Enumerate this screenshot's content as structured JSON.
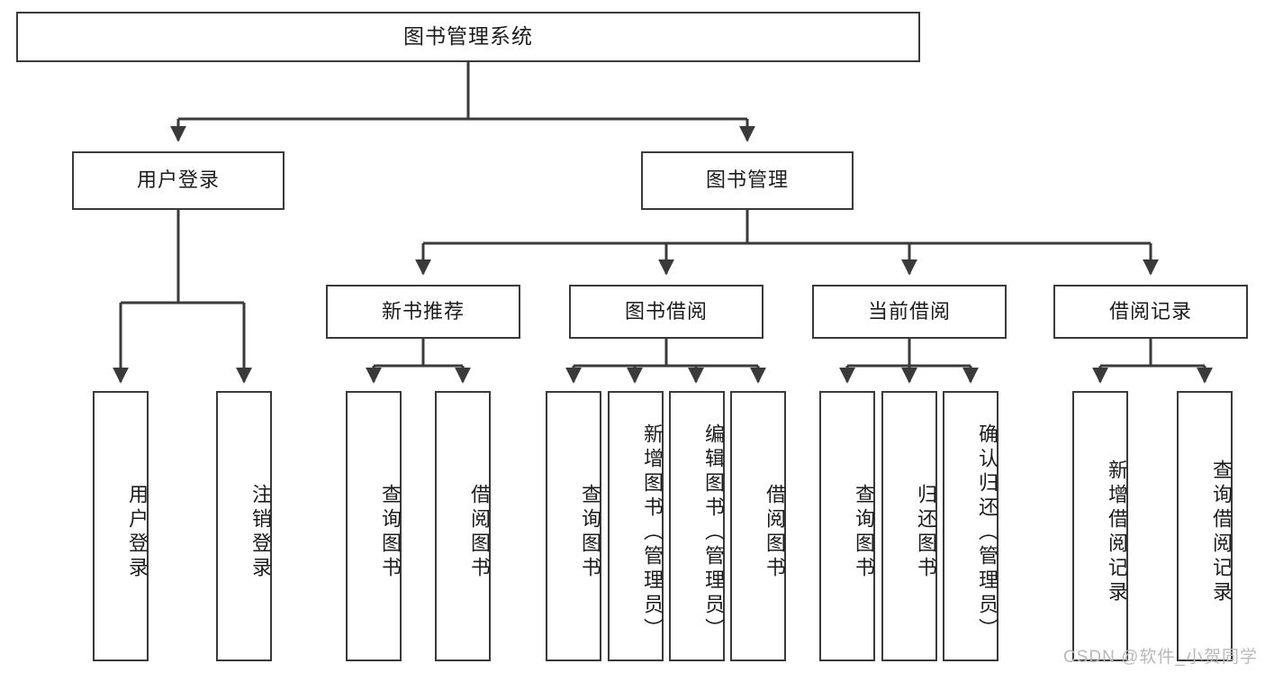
{
  "diagram": {
    "title": "图书管理系统",
    "type": "tree-hierarchy",
    "root": {
      "label": "图书管理系统"
    },
    "level2": [
      {
        "label": "用户登录"
      },
      {
        "label": "图书管理"
      }
    ],
    "level3": [
      {
        "label": "新书推荐"
      },
      {
        "label": "图书借阅"
      },
      {
        "label": "当前借阅"
      },
      {
        "label": "借阅记录"
      }
    ],
    "leaves_user_login": [
      {
        "label": "用户登录"
      },
      {
        "label": "注销登录"
      }
    ],
    "leaves_new_book": [
      {
        "label": "查询图书"
      },
      {
        "label": "借阅图书"
      }
    ],
    "leaves_borrow": [
      {
        "label": "查询图书"
      },
      {
        "label": "新增图书（管理员）"
      },
      {
        "label": "编辑图书（管理员）"
      },
      {
        "label": "借阅图书"
      }
    ],
    "leaves_current": [
      {
        "label": "查询图书"
      },
      {
        "label": "归还图书"
      },
      {
        "label": "确认归还（管理员）"
      }
    ],
    "leaves_records": [
      {
        "label": "新增借阅记录"
      },
      {
        "label": "查询借阅记录"
      }
    ]
  },
  "colors": {
    "box_border": "#3a3a3a",
    "line": "#3a3a3a",
    "text": "#1c1c1c",
    "background": "#ffffff",
    "watermark": "#b9b9b9"
  },
  "watermark": {
    "text": "CSDN @软件_小贺同学"
  }
}
